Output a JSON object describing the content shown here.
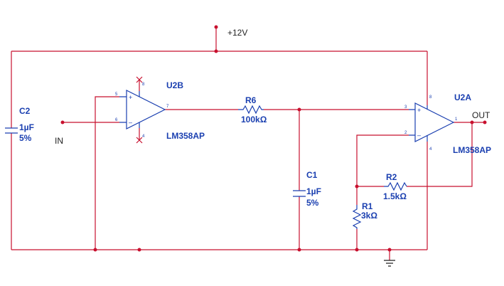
{
  "nets": {
    "supply": "+12V",
    "input": "IN",
    "output": "OUT"
  },
  "components": {
    "u2b": {
      "ref": "U2B",
      "part": "LM358AP",
      "pins": {
        "noninv": "5",
        "inv": "6",
        "out": "7",
        "vcc": "8",
        "gnd": "4"
      }
    },
    "u2a": {
      "ref": "U2A",
      "part": "LM358AP",
      "pins": {
        "noninv": "3",
        "inv": "2",
        "out": "1",
        "vcc": "8",
        "gnd": "4"
      }
    },
    "r6": {
      "ref": "R6",
      "value": "100kΩ"
    },
    "r2": {
      "ref": "R2",
      "value": "1.5kΩ"
    },
    "r1": {
      "ref": "R1",
      "value": "3kΩ"
    },
    "c1": {
      "ref": "C1",
      "value": "1µF",
      "tolerance": "5%"
    },
    "c2": {
      "ref": "C2",
      "value": "1µF",
      "tolerance": "5%"
    }
  },
  "colors": {
    "wire": "#c8102e",
    "component": "#1a3fb0",
    "ground": "#222222"
  }
}
